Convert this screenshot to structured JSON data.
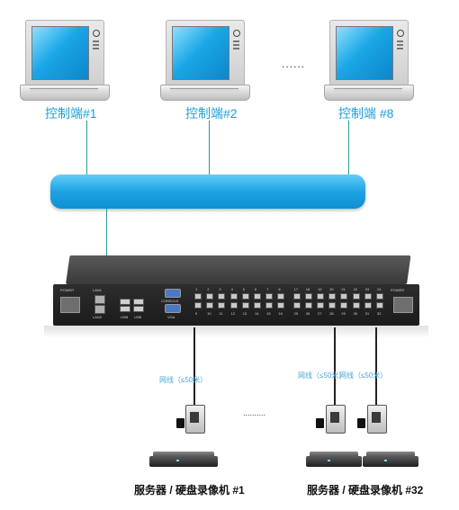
{
  "controls": [
    {
      "label": "控制端#1"
    },
    {
      "label": "控制端#2"
    },
    {
      "label": "控制端 #8"
    }
  ],
  "ellipsis": "......",
  "switch": {
    "front_labels": [
      "POWER",
      "LAN1",
      "LAN2",
      "USB",
      "USB",
      "CONSOLE",
      "VGA",
      "POWER"
    ],
    "port_numbers_top": [
      "1",
      "2",
      "3",
      "4",
      "5",
      "6",
      "7",
      "8",
      "17",
      "18",
      "19",
      "20",
      "21",
      "22",
      "23",
      "24"
    ],
    "port_numbers_bottom": [
      "9",
      "10",
      "11",
      "12",
      "13",
      "14",
      "15",
      "16",
      "25",
      "26",
      "27",
      "28",
      "29",
      "30",
      "31",
      "32"
    ]
  },
  "cable_labels": [
    "网线（≤50米）",
    "网线（≤50米）",
    "网线（≤50米）"
  ],
  "middle_dots": "..........",
  "servers": [
    {
      "label": "服务器 / 硬盘录像机 #1"
    },
    {
      "label": "服务器 / 硬盘录像机 #32"
    }
  ],
  "colors": {
    "accent": "#1f9fd8",
    "network_cloud": "#1da4e4",
    "line": "#2a9a98"
  }
}
